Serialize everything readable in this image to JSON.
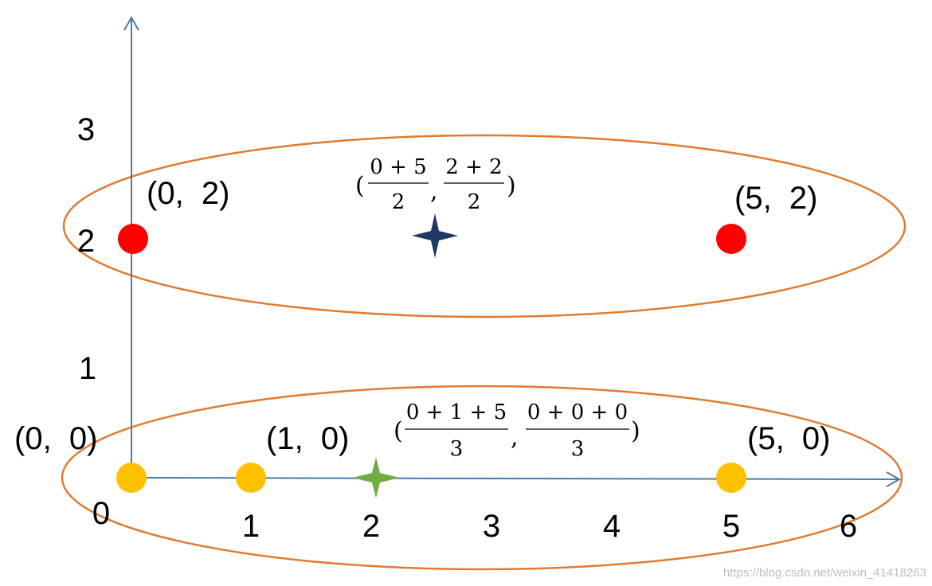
{
  "colors": {
    "axis": "#4a7aa8",
    "ellipse": "#e07b30",
    "red_point": "#ff0000",
    "yellow_point": "#ffc000",
    "centroid_top": "#1f3864",
    "centroid_bottom": "#70ad47"
  },
  "x_ticks": [
    "0",
    "1",
    "2",
    "3",
    "4",
    "5",
    "6"
  ],
  "y_ticks": [
    "1",
    "2",
    "3"
  ],
  "points": [
    {
      "x": 0,
      "y": 2,
      "label": "(0,  2)",
      "color": "red"
    },
    {
      "x": 5,
      "y": 2,
      "label": "(5,  2)",
      "color": "red"
    },
    {
      "x": 0,
      "y": 0,
      "label": "(0,  0)",
      "color": "yellow"
    },
    {
      "x": 1,
      "y": 0,
      "label": "(1,  0)",
      "color": "yellow"
    },
    {
      "x": 5,
      "y": 0,
      "label": "(5,  0)",
      "color": "yellow"
    }
  ],
  "centroids": [
    {
      "x": 2.5,
      "y": 2,
      "num_x": "0 + 5",
      "den_x": "2",
      "num_y": "2 + 2",
      "den_y": "2"
    },
    {
      "x": 2,
      "y": 0,
      "num_x": "0 + 1 + 5",
      "den_x": "3",
      "num_y": "0 + 0 + 0",
      "den_y": "3"
    }
  ],
  "watermark": "https://blog.csdn.net/weixin_41418263"
}
